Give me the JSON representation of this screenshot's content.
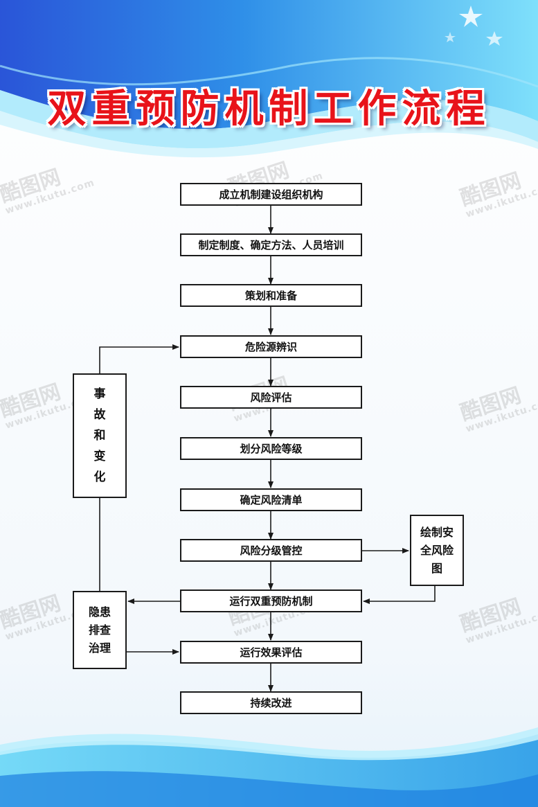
{
  "title": "双重预防机制工作流程",
  "nodes": {
    "n1": "成立机制建设组织机构",
    "n2": "制定制度、确定方法、人员培训",
    "n3": "策划和准备",
    "n4": "危险源辨识",
    "n5": "风险评估",
    "n6": "划分风险等级",
    "n7": "确定风险清单",
    "n8": "风险分级管控",
    "n9": "运行双重预防机制",
    "n10": "运行效果评估",
    "n11": "持续改进"
  },
  "side_nodes": {
    "accident_change": [
      "事",
      "故",
      "和",
      "变",
      "化"
    ],
    "hazard_governance": [
      "隐患",
      "排查",
      "治理"
    ],
    "safety_map": [
      "绘制安",
      "全风险",
      "图"
    ]
  },
  "watermark": {
    "brand": "酷图网",
    "url": "www.ikutu.com"
  },
  "colors": {
    "title_red": "#e8131a",
    "banner_blue": "#1e6fe0",
    "banner_light": "#5fd2f5",
    "line": "#1a1a1a"
  }
}
